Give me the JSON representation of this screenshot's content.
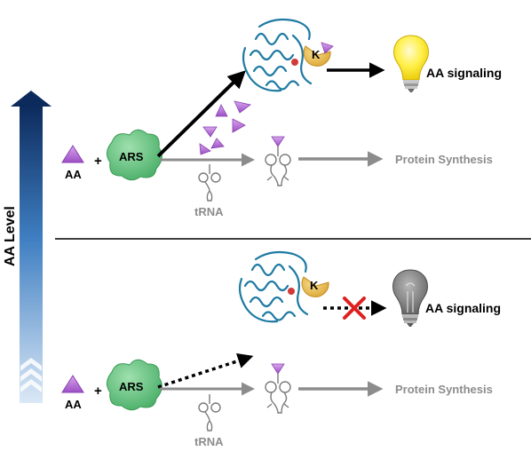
{
  "axis": {
    "label": "AA Level"
  },
  "top_panel": {
    "aa_label": "AA",
    "plus": "+",
    "enzyme_label": "ARS",
    "trna_label": "tRNA",
    "output_label": "Protein Synthesis",
    "kinase_label": "K",
    "signal_label": "AA signaling",
    "signal_state": "on"
  },
  "bottom_panel": {
    "aa_label": "AA",
    "plus": "+",
    "enzyme_label": "ARS",
    "trna_label": "tRNA",
    "output_label": "Protein Synthesis",
    "kinase_label": "K",
    "signal_label": "AA signaling",
    "signal_state": "off"
  },
  "colors": {
    "aa_triangle": "#b06bd0",
    "ars_enzyme": "#5cc07a",
    "protein": "#2a8db5",
    "kinase": "#e8b84a",
    "bulb_on": "#ffe835",
    "bulb_off": "#7a7a7a",
    "block_x": "#e02020",
    "arrow_gray": "#8c8c8c",
    "axis_dark": "#0c2a5c",
    "axis_light": "#d8e6f5"
  }
}
